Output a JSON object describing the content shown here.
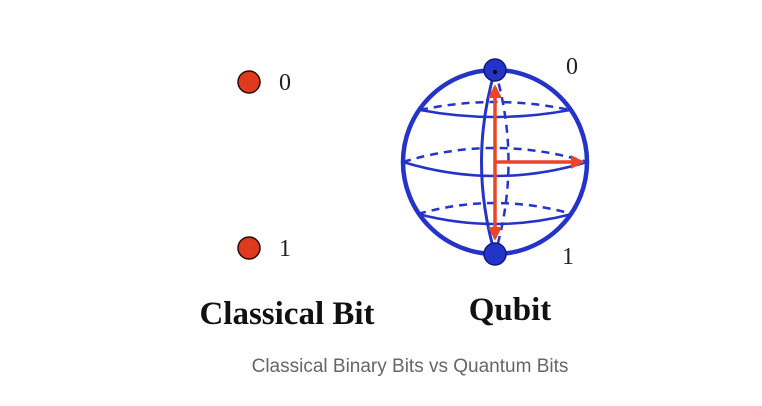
{
  "classical": {
    "title": "Classical Bit",
    "state_zero": "0",
    "state_one": "1"
  },
  "qubit": {
    "title": "Qubit",
    "state_zero": "0",
    "state_one": "1"
  },
  "caption": "Classical Binary Bits vs Quantum Bits",
  "colors": {
    "classical_dot": "#e03a1e",
    "sphere": "#2433c8",
    "vector": "#e8452a",
    "text": "#111111",
    "caption": "#666666"
  }
}
